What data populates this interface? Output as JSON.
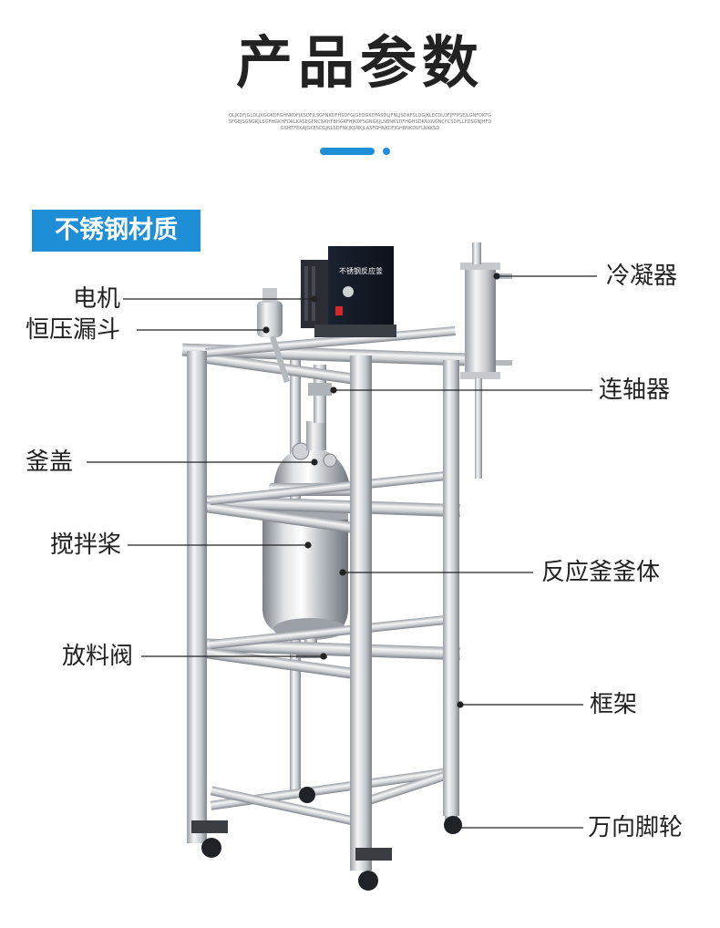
{
  "header": {
    "title": "产品参数",
    "subtitle": "OLJKDFJGLDLJKGOKDFGHNKDFJKSDFJLSGFNKDFHSDFGJGEOGKDFASDLJFNLJSDKFSLDGJKLECDLDFJFFPSEJLGNFDKFGSFGEJSGNGKJLSGFHGKHFDKLKASEGFNCNKHFBHGKFHJKDFSGNGKJLNBNKSDFHGHSDKNXNGNCFCSDFLLFDSGNJHFDGSMTFEKAJGKESDGJNLSDFNKJKSNKJLASFGHNKDFJGHBNKDSFLNKKSD"
  },
  "badge": {
    "label": "不锈钢材质"
  },
  "product": {
    "control_panel_text": "不锈钢反应釜"
  },
  "labels": {
    "motor": "电机",
    "funnel": "恒压漏斗",
    "lid": "釜盖",
    "stirrer": "搅拌桨",
    "valve": "放料阀",
    "condenser": "冷凝器",
    "coupling": "连轴器",
    "vessel": "反应釜釜体",
    "frame": "框架",
    "caster": "万向脚轮"
  },
  "colors": {
    "accent": "#1e8fd6",
    "steel_light": "#e4e6e8",
    "steel_dark": "#8a8f95"
  }
}
